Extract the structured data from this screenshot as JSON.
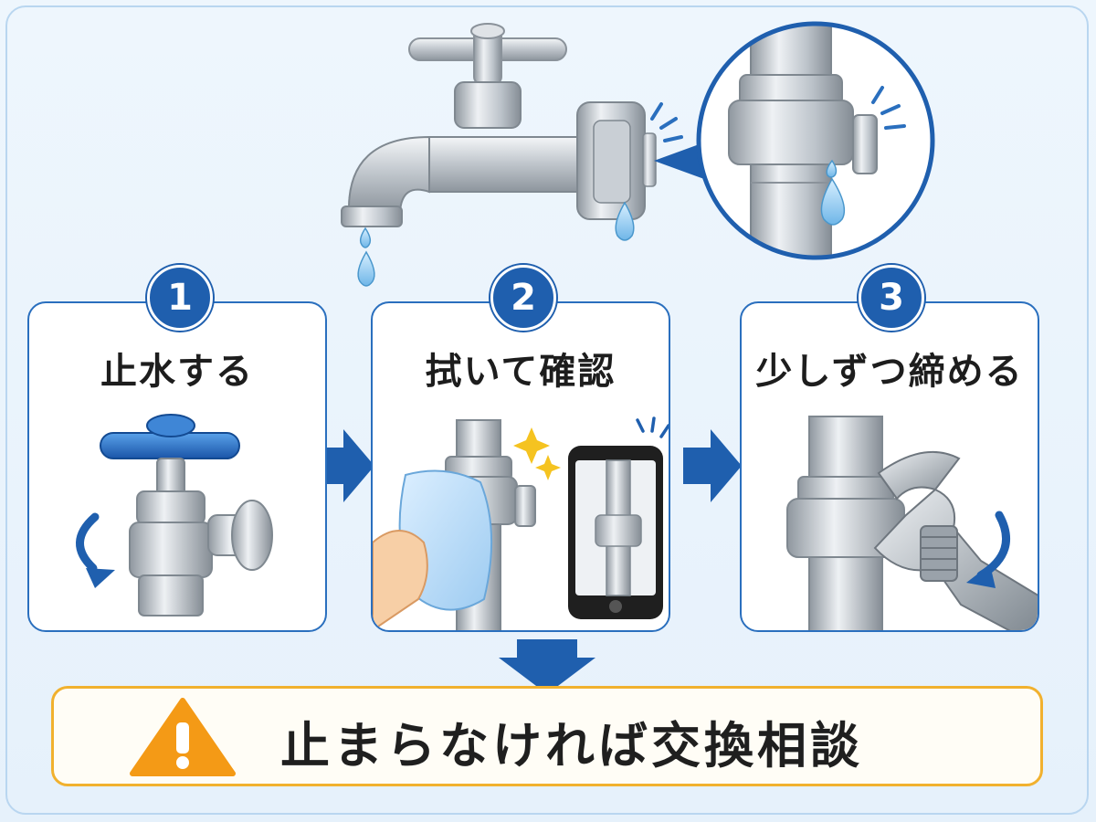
{
  "steps": [
    {
      "number": "1",
      "title": "止水する"
    },
    {
      "number": "2",
      "title": "拭いて確認"
    },
    {
      "number": "3",
      "title": "少しずつ締める"
    }
  ],
  "warning": {
    "text": "止まらなければ交換相談"
  },
  "colors": {
    "blue": "#1f5fae",
    "card_border": "#2a6fbe",
    "warning_border": "#f1b12e",
    "warning_icon": "#f49a16"
  }
}
